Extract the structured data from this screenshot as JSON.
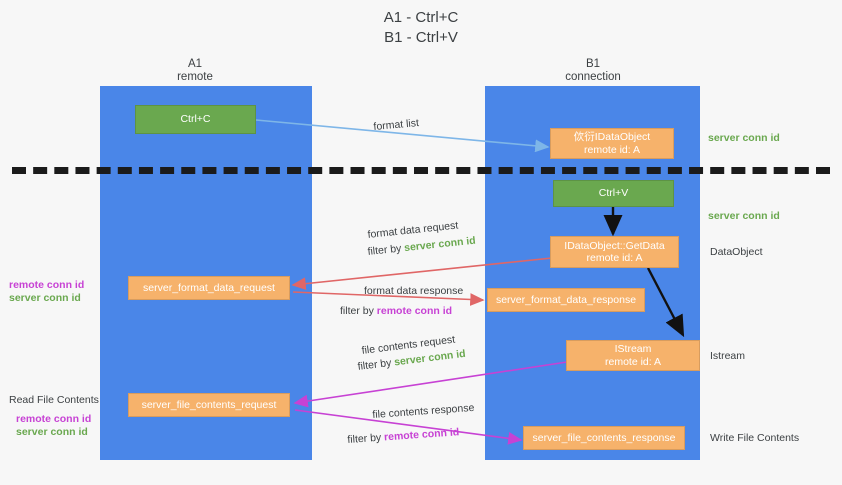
{
  "title": {
    "line1": "A1 - Ctrl+C",
    "line2": "B1 - Ctrl+V"
  },
  "lanes": [
    {
      "name": "A1",
      "sub": "remote"
    },
    {
      "name": "B1",
      "sub": "connection"
    }
  ],
  "boxes": {
    "ctrl_c": {
      "label": "Ctrl+C"
    },
    "ctrl_v": {
      "label": "Ctrl+V"
    },
    "idataobject": {
      "line1": "佽衍IDataObject",
      "line2": "remote id: A"
    },
    "getdata": {
      "line1": "IDataObject::GetData",
      "line2": "remote id: A"
    },
    "istream": {
      "line1": "IStream",
      "line2": "remote id: A"
    },
    "format_data_request": {
      "label": "server_format_data_request"
    },
    "format_data_response": {
      "label": "server_format_data_response"
    },
    "file_contents_request": {
      "label": "server_file_contents_request"
    },
    "file_contents_response": {
      "label": "server_file_contents_response"
    }
  },
  "edge_labels": {
    "format_list": "format list",
    "format_data_request": "format data request",
    "format_data_request_filter_prefix": "filter by ",
    "format_data_request_filter_value": "server conn id",
    "format_data_response": "format data response",
    "format_data_response_filter_prefix": "filter by ",
    "format_data_response_filter_value": "remote conn id",
    "file_contents_request": "file contents request",
    "file_contents_request_filter_prefix": "filter by ",
    "file_contents_request_filter_value": "server conn id",
    "file_contents_response": "file contents response",
    "file_contents_response_filter_prefix": "filter by ",
    "file_contents_response_filter_value": "remote conn id"
  },
  "annotations": {
    "left_mid_remote": "remote conn id",
    "left_mid_server": "server conn id",
    "read_file_contents": "Read File Contents",
    "left_low_remote": "remote conn id",
    "left_low_server": "server conn id",
    "right_server_top": "server conn id",
    "right_server_mid": "server conn id",
    "right_dataobject": "DataObject",
    "right_istream": "Istream",
    "right_write_file_contents": "Write File Contents"
  },
  "colors": {
    "lane": "#4a86e8",
    "box_orange": "#f6b26b",
    "box_green": "#6aa84f",
    "text_green": "#6aa84f",
    "text_magenta": "#c742d4",
    "arrow_blue": "#7eb6e8",
    "arrow_red": "#e06666",
    "arrow_magenta": "#c742d4",
    "arrow_black": "#111111",
    "background": "#f7f7f7"
  }
}
